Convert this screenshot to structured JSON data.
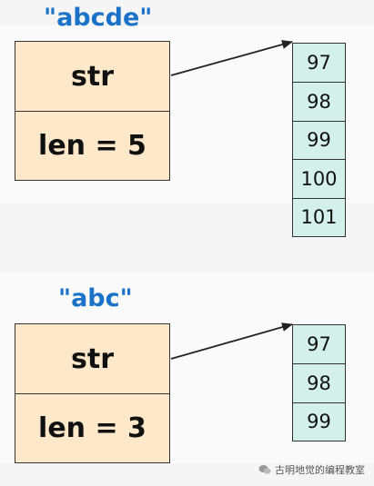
{
  "diagram": {
    "top": {
      "title": "\"abcde\"",
      "fields": [
        "str",
        "len = 5"
      ],
      "array": [
        "97",
        "98",
        "99",
        "100",
        "101"
      ]
    },
    "bottom": {
      "title": "\"abc\"",
      "fields": [
        "str",
        "len = 3"
      ],
      "array": [
        "97",
        "98",
        "99"
      ]
    }
  },
  "watermark": {
    "text": "古明地觉的编程教室",
    "icon": "wechat-icon"
  },
  "colors": {
    "title": "#1a73c8",
    "struct_fill": "#fde8ca",
    "array_fill": "#d4f0ea",
    "border": "#333333"
  }
}
